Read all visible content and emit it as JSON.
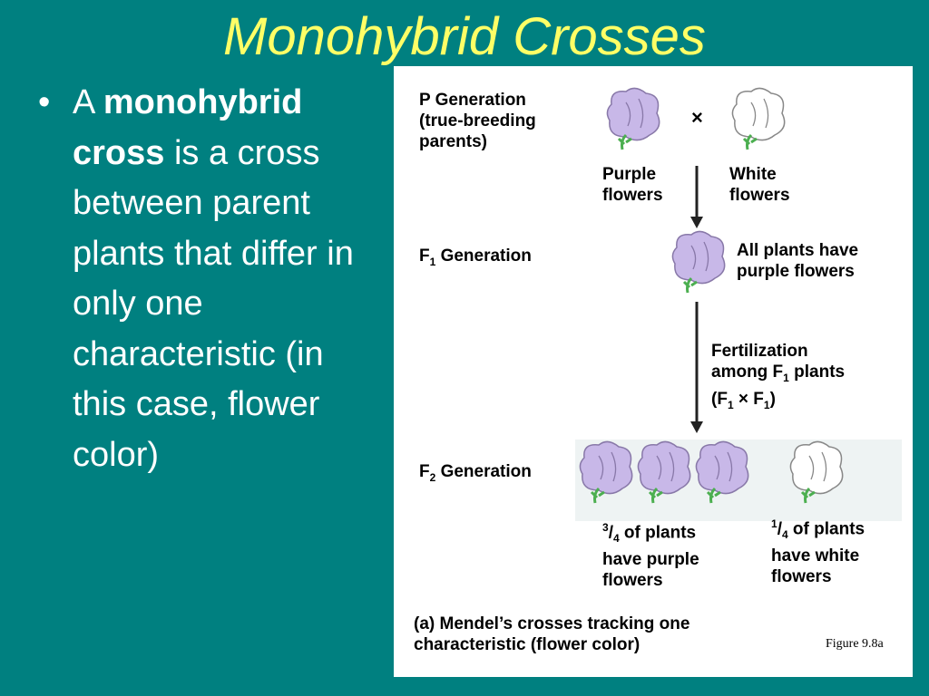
{
  "slide": {
    "title": "Monohybrid Crosses",
    "bullet": {
      "marker": "•",
      "lead": "A ",
      "bold": "monohybrid cross",
      "rest": " is a cross between parent plants that differ in only one characteristic (in this case, flower color)"
    }
  },
  "figure": {
    "p_generation": "P Generation",
    "p_generation_sub": "(true-breeding",
    "p_generation_sub2": "parents)",
    "purple_flowers_1": "Purple",
    "purple_flowers_2": "flowers",
    "white_flowers_1": "White",
    "white_flowers_2": "flowers",
    "cross_symbol": "×",
    "f1_prefix": "F",
    "f1_sub": "1",
    "f1_suffix": " Generation",
    "f1_result_1": "All plants have",
    "f1_result_2": "purple flowers",
    "fert_1": "Fertilization",
    "fert_2a": "among F",
    "fert_2sub": "1",
    "fert_2b": " plants",
    "fert_3a": "(F",
    "fert_3sub1": "1",
    "fert_3x": " × F",
    "fert_3sub2": "1",
    "fert_3b": ")",
    "f2_prefix": "F",
    "f2_sub": "2",
    "f2_suffix": " Generation",
    "three_quarters_num": "3",
    "three_quarters_slash": "/",
    "three_quarters_den": "4",
    "three_quarters_text1": " of plants",
    "three_quarters_text2": "have purple",
    "three_quarters_text3": "flowers",
    "one_quarter_num": "1",
    "one_quarter_slash": "/",
    "one_quarter_den": "4",
    "one_quarter_text1": " of plants",
    "one_quarter_text2": "have white",
    "one_quarter_text3": "flowers",
    "caption_1": "(a) Mendel’s crosses tracking one",
    "caption_2": "characteristic (flower color)",
    "credit": "Figure 9.8a"
  },
  "colors": {
    "background": "#008080",
    "title": "#ffff66",
    "purple_flower": "#c8b8e8",
    "white_flower": "#ffffff",
    "stem": "#4caf50"
  }
}
